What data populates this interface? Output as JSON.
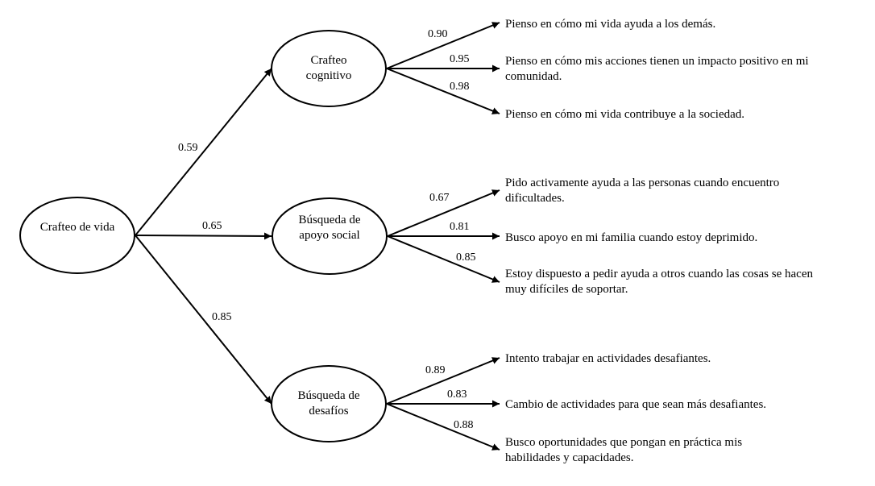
{
  "root": {
    "label": "Crafteo de vida"
  },
  "factors": [
    {
      "label": "Crafteo cognitivo",
      "loading": "0.59",
      "items": [
        {
          "text": "Pienso en cómo mi vida ayuda a los demás.",
          "loading": "0.90"
        },
        {
          "text": "Pienso en cómo mis acciones tienen un impacto positivo en mi comunidad.",
          "loading": "0.95"
        },
        {
          "text": "Pienso en cómo mi vida contribuye a la sociedad.",
          "loading": "0.98"
        }
      ]
    },
    {
      "label": "Búsqueda de apoyo social",
      "loading": "0.65",
      "items": [
        {
          "text": "Pido activamente ayuda a las personas cuando encuentro dificultades.",
          "loading": "0.67"
        },
        {
          "text": "Busco apoyo en mi familia cuando estoy deprimido.",
          "loading": "0.81"
        },
        {
          "text": "Estoy dispuesto a pedir ayuda a otros cuando las cosas se hacen muy difíciles de soportar.",
          "loading": "0.85"
        }
      ]
    },
    {
      "label": "Búsqueda de desafíos",
      "loading": "0.85",
      "items": [
        {
          "text": "Intento trabajar en actividades desafiantes.",
          "loading": "0.89"
        },
        {
          "text": "Cambio de actividades para que sean más desafiantes.",
          "loading": "0.83"
        },
        {
          "text": "Busco oportunidades que pongan en práctica mis habilidades y capacidades.",
          "loading": "0.88"
        }
      ]
    }
  ]
}
